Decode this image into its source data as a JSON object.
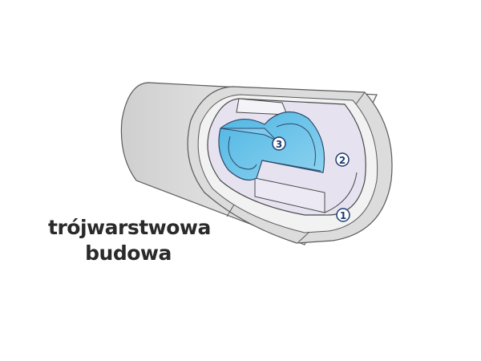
{
  "caption": {
    "line1": "trójwarstwowa",
    "line2": "budowa"
  },
  "markers": [
    {
      "label": "1",
      "layer": "outer-layer"
    },
    {
      "label": "2",
      "layer": "middle-layer"
    },
    {
      "label": "3",
      "layer": "inner-layer"
    }
  ],
  "colors": {
    "outer_tube": "#d9d9d9",
    "middle_layer": "#e6e2f0",
    "inner_layer": "#5cbfe6",
    "outline": "#4a4a4a",
    "marker_stroke": "#1f3c6e",
    "text": "#2a2a2a"
  }
}
